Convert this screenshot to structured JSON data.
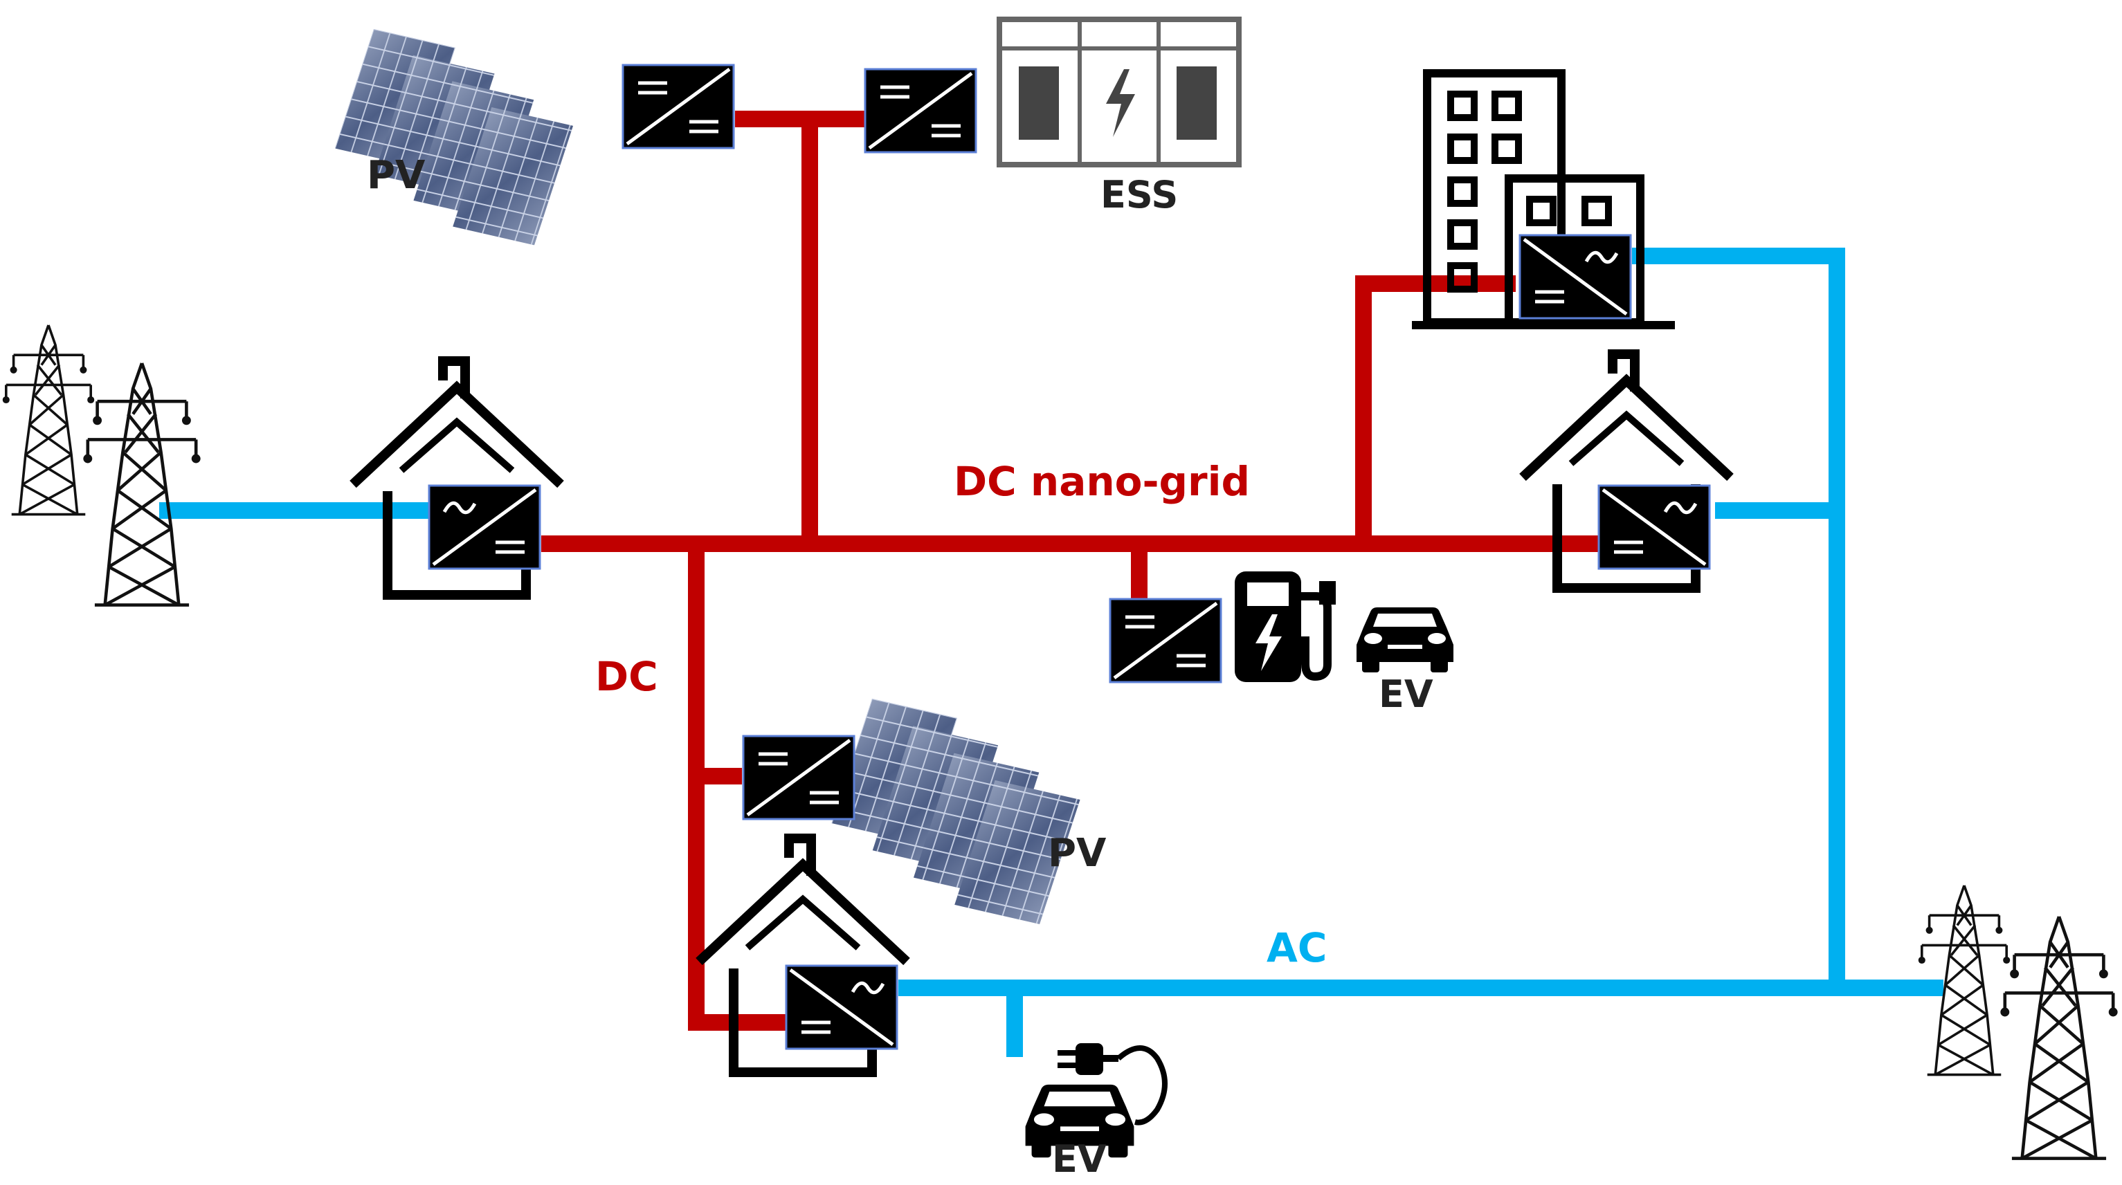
{
  "labels": {
    "pv_top": "PV",
    "ess": "ESS",
    "dc_nano_grid": "DC nano-grid",
    "dc": "DC",
    "pv_mid": "PV",
    "ev_right": "EV",
    "ac": "AC",
    "ev_bottom": "EV"
  },
  "colors": {
    "dc_line": "#c00000",
    "ac_line": "#00b0f0",
    "label_dark": "#222222",
    "converter_fill": "#000000",
    "converter_glyph": "#ffffff"
  },
  "icons": {
    "pylon": "transmission-tower-icon",
    "house": "house-icon",
    "building": "building-icon",
    "ess": "battery-cabinet-icon",
    "pv": "solar-panel-icon",
    "ev": "car-icon",
    "charger": "ev-charger-icon",
    "plug": "plug-icon",
    "dcdc": "dc-dc-converter-icon",
    "acdc": "ac-dc-converter-icon"
  }
}
